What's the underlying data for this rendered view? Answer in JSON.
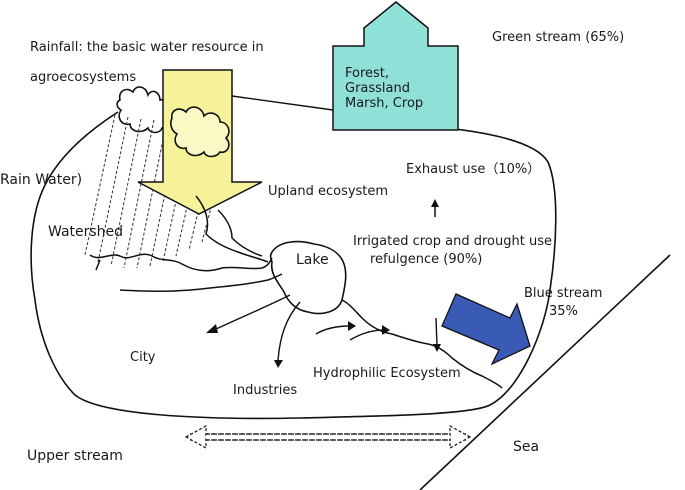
{
  "labels": {
    "rainfall_line1": "Rainfall: the basic water resource in",
    "rainfall_line2": "agroecosystems",
    "green_stream": "Green stream (65%)",
    "forest_line1": "Forest,",
    "forest_line2": "Grassland",
    "forest_line3": "Marsh, Crop",
    "rain_water": "Rain Water)",
    "exhaust_use": "Exhaust use（10%）",
    "upland": "Upland ecosystem",
    "watershed": "Watershed",
    "irrigated_line1": "Irrigated crop and drought use",
    "irrigated_line2": "refulgence (90%)",
    "lake": "Lake",
    "blue_stream_line1": "Blue stream",
    "blue_stream_line2": "35%",
    "city": "City",
    "industries": "Industries",
    "hydrophilic": "Hydrophilic Ecosystem",
    "upper_stream": "Upper stream",
    "sea": "Sea"
  },
  "colors": {
    "green_arrow": "#8fe0d6",
    "rain_arrow": "#f6f29a",
    "blue_arrow": "#3a5bb5",
    "line": "#111111"
  }
}
